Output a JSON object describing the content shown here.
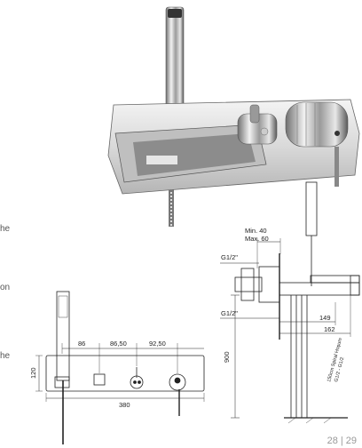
{
  "margin_fragments": [
    "he",
    "on",
    "he"
  ],
  "side_drawing": {
    "min_label": "Min. 40",
    "max_label": "Max. 60",
    "thread_top": "G1/2\"",
    "thread_bottom": "G1/2\"",
    "dim_149": "149",
    "dim_162": "162",
    "dim_900": "900",
    "hose_note_1": "150cm Spiral Hoşum",
    "hose_note_2": "G1/2 - G1/2"
  },
  "front_drawing": {
    "dim_86": "86",
    "dim_86_50": "86,50",
    "dim_92_50": "92,50",
    "dim_120": "120",
    "dim_380": "380"
  },
  "page_numbers": {
    "left": "28",
    "separator": "|",
    "right": "29"
  }
}
